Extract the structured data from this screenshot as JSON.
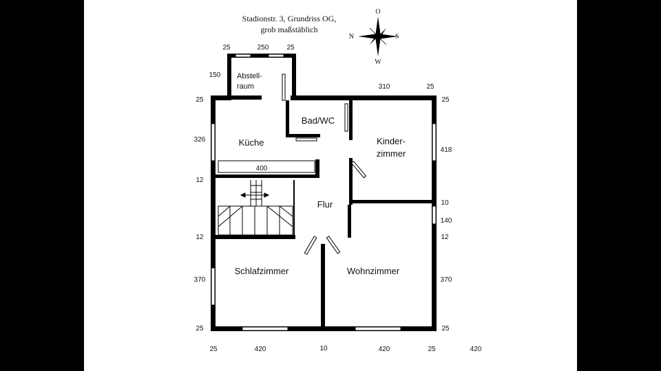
{
  "title": {
    "line1": "Stadionstr. 3, Grundriss OG,",
    "line2": "grob maßstäblich"
  },
  "compass": {
    "north": "O",
    "east": "S",
    "south": "W",
    "west": "N"
  },
  "rooms": {
    "abstell_line1": "Abstell-",
    "abstell_line2": "raum",
    "bad": "Bad/WC",
    "kueche": "Küche",
    "kinder_line1": "Kinder-",
    "kinder_line2": "zimmer",
    "flur": "Flur",
    "schlaf": "Schlafzimmer",
    "wohn": "Wohnzimmer"
  },
  "dims": {
    "top_left": "25",
    "top_mid": "250",
    "top_right": "25",
    "abstell_h": "150",
    "right_top_310": "310",
    "right_top_25": "25",
    "left": [
      "25",
      "326",
      "12",
      "12",
      "370",
      "25"
    ],
    "right": [
      "25",
      "418",
      "10",
      "140",
      "12",
      "370",
      "25"
    ],
    "kitchen_counter": "400",
    "bottom": [
      "25",
      "420",
      "10",
      "420",
      "25",
      "420"
    ]
  }
}
